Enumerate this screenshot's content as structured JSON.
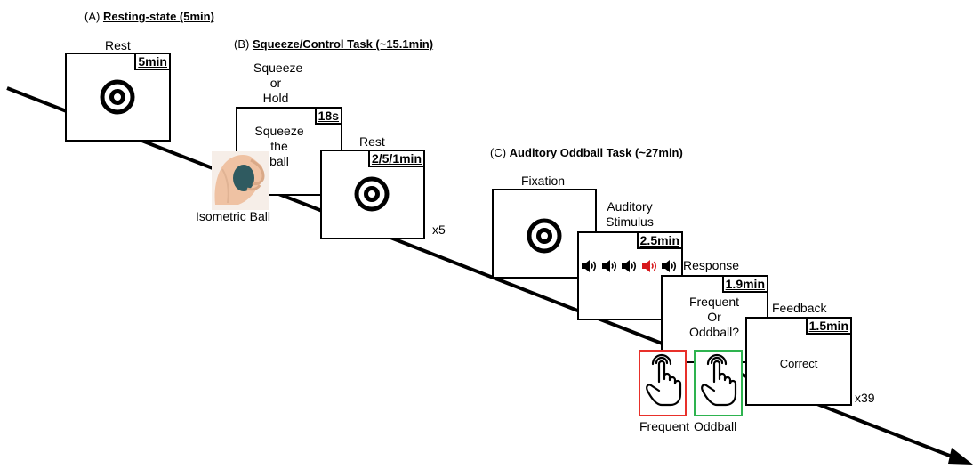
{
  "sections": {
    "a": {
      "prefix": "(A) ",
      "title": "Resting-state (5min)"
    },
    "b": {
      "prefix": "(B) ",
      "title": "Squeeze/Control Task (~15.1min)"
    },
    "c": {
      "prefix": "(C) ",
      "title": "Auditory Oddball Task (~27min)"
    }
  },
  "resting": {
    "label": "Rest",
    "duration": "5min"
  },
  "squeeze": {
    "instruction_line1": "Squeeze",
    "instruction_line2": "or",
    "instruction_line3": "Hold",
    "duration": "18s",
    "screen_line1": "Squeeze",
    "screen_line2": "the",
    "screen_line3": "ball",
    "ball_label": "Isometric Ball",
    "rest_label": "Rest",
    "rest_duration": "2/5/1min",
    "repeat": "x5"
  },
  "oddball": {
    "fixation_label": "Fixation",
    "stimulus_line1": "Auditory",
    "stimulus_line2": "Stimulus",
    "stimulus_duration": "2.5min",
    "response_label": "Response",
    "response_duration": "1.9min",
    "response_line1": "Frequent",
    "response_line2": "Or",
    "response_line3": "Oddball?",
    "feedback_label": "Feedback",
    "feedback_duration": "1.5min",
    "feedback_text": "Correct",
    "frequent_label": "Frequent",
    "oddball_label": "Oddball",
    "repeat": "x39"
  },
  "colors": {
    "oddball_speaker": "#d7191c",
    "frequent_box": "#e8302a",
    "oddball_box": "#2eb34f",
    "skin": "#f0c7a8",
    "ball": "#2f5a60"
  },
  "icons": [
    "target-icon",
    "speaker-icon",
    "hand-tap-icon",
    "squeeze-ball-photo"
  ]
}
